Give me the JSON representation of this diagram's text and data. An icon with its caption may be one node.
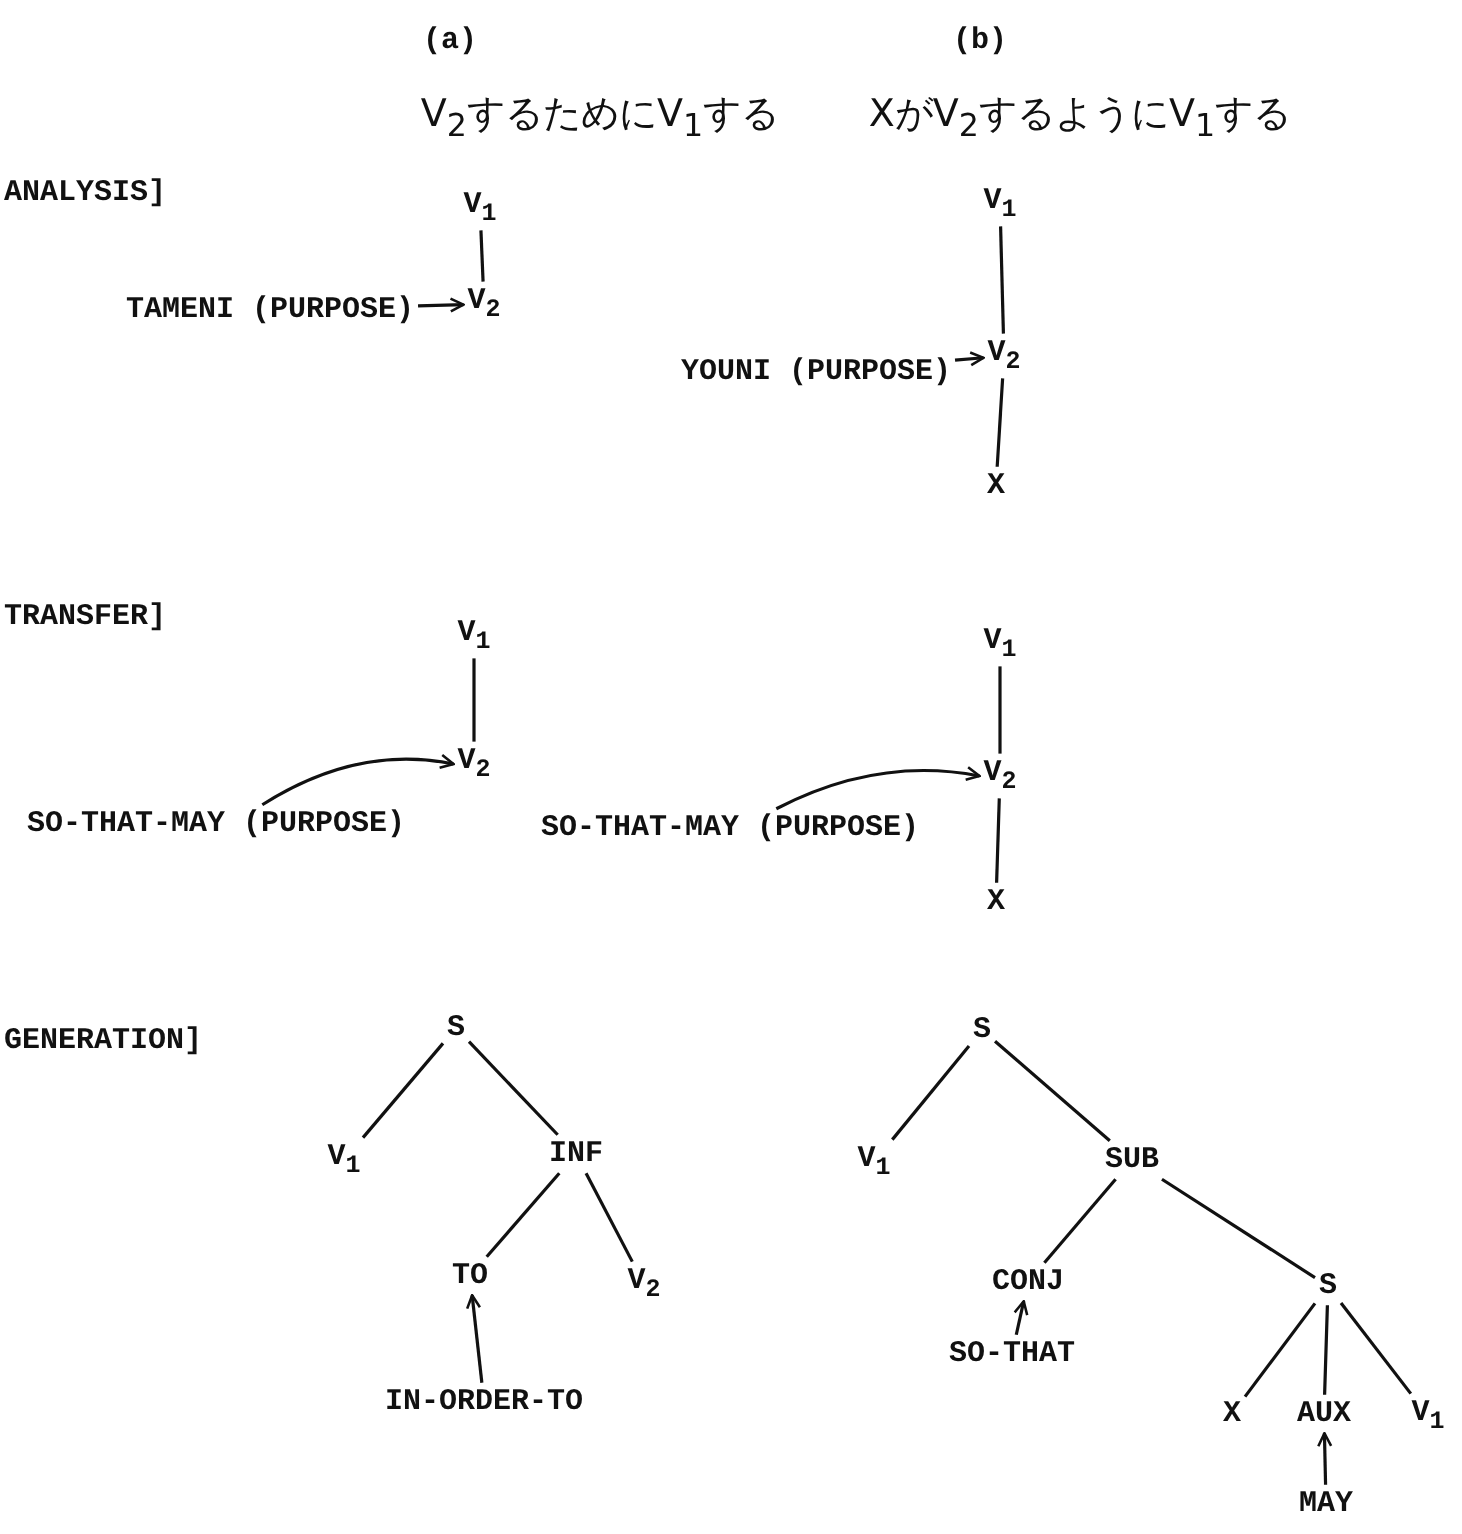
{
  "diagram": {
    "nodes": [
      {
        "text": [
          "V$_{1}$"
        ]
      },
      {
        "text": [
          "V$_{2}$"
        ]
      },
      {
        "text": [
          "TAMENI (PURPOSE)"
        ]
      },
      {
        "text": [
          "V$_{1}$"
        ]
      },
      {
        "text": [
          "V$_{2}$"
        ]
      },
      {
        "text": [
          "YOUNI (PURPOSE)"
        ]
      },
      {
        "text": [
          "X"
        ]
      },
      {
        "text": [
          "V$_{1}$"
        ]
      },
      {
        "text": [
          "V$_{2}$"
        ]
      },
      {
        "text": [
          "SO-THAT-MAY (PURPOSE)"
        ]
      },
      {
        "text": [
          "V$_{1}$"
        ]
      },
      {
        "text": [
          "V$_{2}$"
        ]
      },
      {
        "text": [
          "SO-THAT-MAY (PURPOSE)"
        ]
      },
      {
        "text": [
          "X"
        ]
      },
      {
        "text": [
          "S"
        ]
      },
      {
        "text": [
          "V$_{1}$"
        ]
      },
      {
        "text": [
          "INF"
        ]
      },
      {
        "text": [
          "TO"
        ]
      },
      {
        "text": [
          "V$_{2}$"
        ]
      },
      {
        "text": [
          "IN-ORDER-TO"
        ]
      },
      {
        "text": [
          "S"
        ]
      },
      {
        "text": [
          "V$_{1}$"
        ]
      },
      {
        "text": [
          "SUB"
        ]
      },
      {
        "text": [
          "CONJ"
        ]
      },
      {
        "text": [
          "SO-THAT"
        ]
      },
      {
        "text": [
          "S"
        ]
      },
      {
        "text": [
          "X"
        ]
      },
      {
        "text": [
          "AUX"
        ]
      },
      {
        "text": [
          "V$_{1}$"
        ]
      },
      {
        "text": [
          "MAY"
        ]
      }
    ],
    "edges": [
      {
        "from": 0,
        "to": 1,
        "arrow": "none"
      },
      {
        "from": 2,
        "to": 1,
        "arrow": "to"
      },
      {
        "from": 3,
        "to": 4,
        "arrow": "none"
      },
      {
        "from": 5,
        "to": 4,
        "arrow": "to"
      },
      {
        "from": 4,
        "to": 6,
        "arrow": "none"
      },
      {
        "from": 7,
        "to": 8,
        "arrow": "none"
      },
      {
        "from": 9,
        "to": 8,
        "arrow": "to"
      },
      {
        "from": 10,
        "to": 11,
        "arrow": "none"
      },
      {
        "from": 12,
        "to": 11,
        "arrow": "to"
      },
      {
        "from": 11,
        "to": 13,
        "arrow": "none"
      },
      {
        "from": 14,
        "to": 15,
        "arrow": "none"
      },
      {
        "from": 14,
        "to": 16,
        "arrow": "none"
      },
      {
        "from": 16,
        "to": 17,
        "arrow": "none"
      },
      {
        "from": 16,
        "to": 18,
        "arrow": "none"
      },
      {
        "from": 19,
        "to": 17,
        "arrow": "to"
      },
      {
        "from": 20,
        "to": 21,
        "arrow": "none"
      },
      {
        "from": 20,
        "to": 22,
        "arrow": "none"
      },
      {
        "from": 22,
        "to": 23,
        "arrow": "none"
      },
      {
        "from": 22,
        "to": 25,
        "arrow": "none"
      },
      {
        "from": 24,
        "to": 23,
        "arrow": "to"
      },
      {
        "from": 25,
        "to": 26,
        "arrow": "none"
      },
      {
        "from": 25,
        "to": 27,
        "arrow": "none"
      },
      {
        "from": 25,
        "to": 28,
        "arrow": "none"
      },
      {
        "from": 29,
        "to": 27,
        "arrow": "to"
      }
    ],
    "labels": [
      "(a)",
      "(b)",
      "V$_{2}$するためにV$_{1}$する",
      "XがV$_{2}$するようにV$_{1}$する",
      "ANALYSIS]",
      "TRANSFER]",
      "GENERATION]"
    ]
  }
}
